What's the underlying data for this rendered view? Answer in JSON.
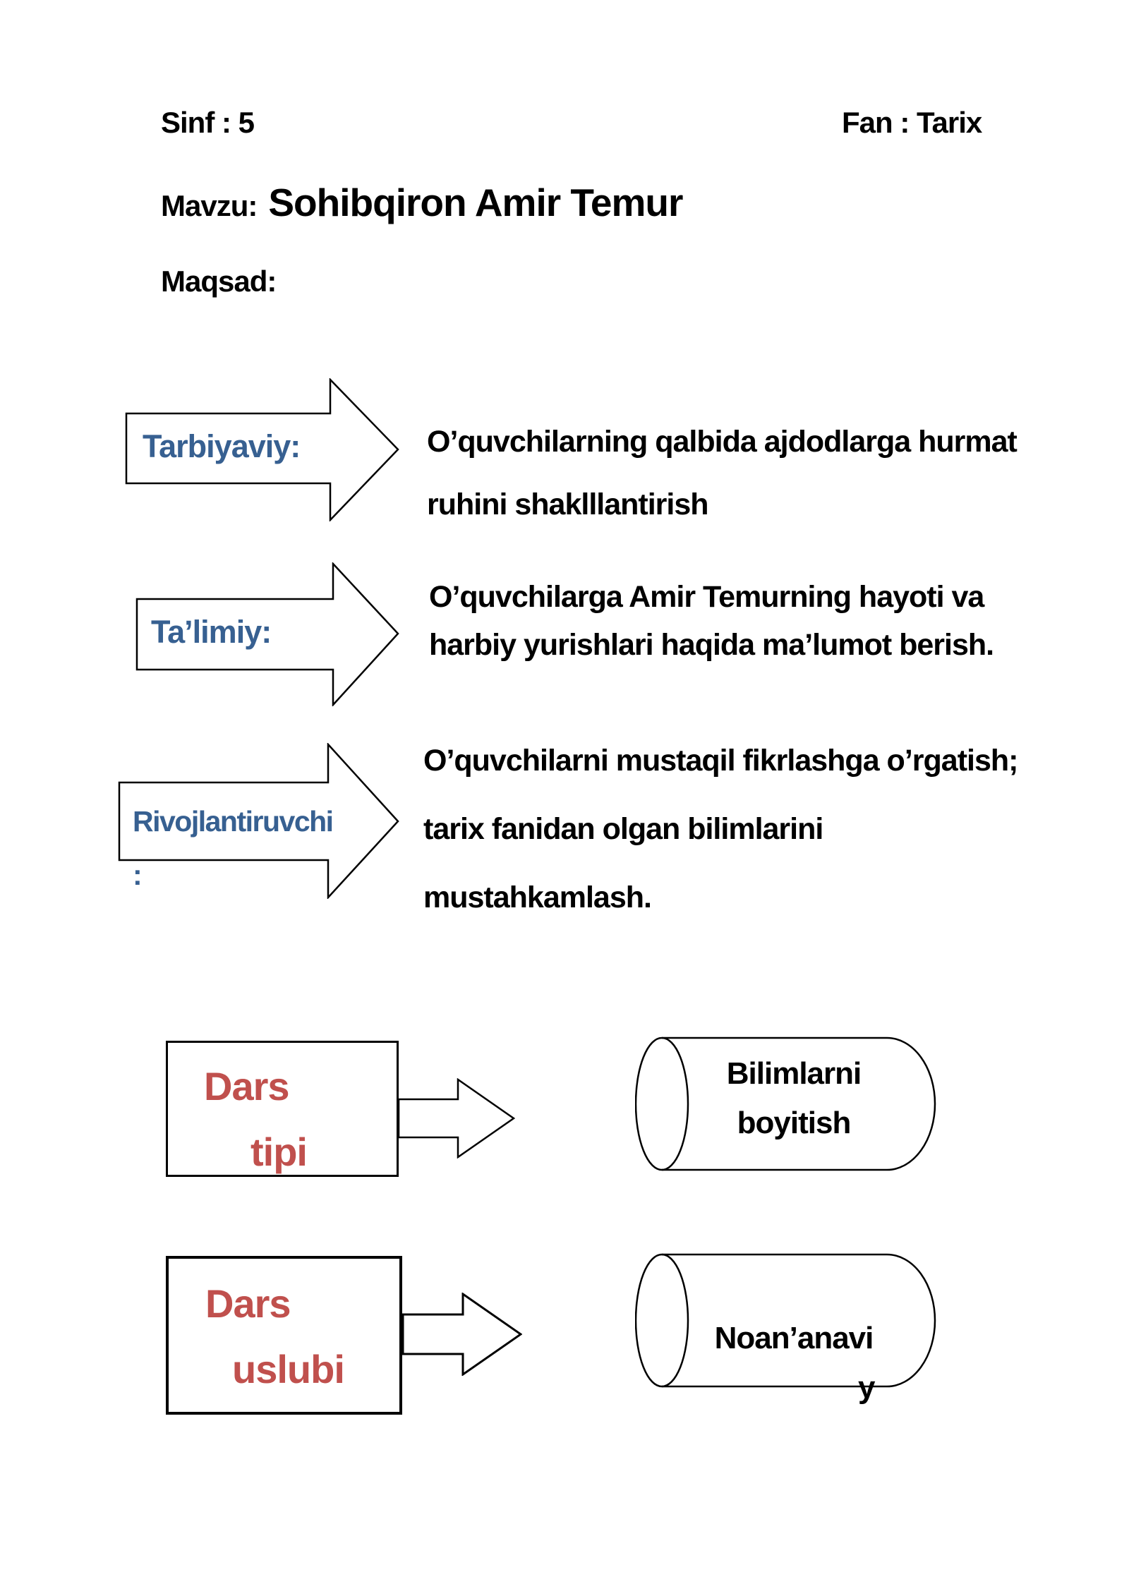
{
  "document": {
    "header": {
      "class_info": "Sinf : 5",
      "subject_info": "Fan : Tarix"
    },
    "topic": {
      "label": "Mavzu:",
      "title": "Sohibqiron Amir Temur"
    },
    "goal_heading": "Maqsad:",
    "goals": [
      {
        "label": "Tarbiyaviy:",
        "lines": [
          "O’quvchilarning qalbida ajdodlarga hurmat",
          "ruhini shaklllantirish"
        ]
      },
      {
        "label": "Ta’limiy:",
        "lines": [
          "O’quvchilarga Amir Temurning hayoti va",
          "harbiy yurishlari haqida ma’lumot berish."
        ]
      },
      {
        "label": "Rivojlantiruvchi",
        "label_line2": ":",
        "lines": [
          "O’quvchilarni mustaqil fikrlashga o’rgatish;",
          "tarix fanidan olgan bilimlarini",
          "mustahkamlash."
        ]
      }
    ],
    "lesson_type": {
      "box_line1": "Dars",
      "box_line2": "tipi",
      "value_line1": "Bilimlarni",
      "value_line2": "boyitish"
    },
    "lesson_method": {
      "box_line1": "Dars",
      "box_line2": "uslubi",
      "value_line1": "Noan’anavi",
      "value_line2": "y"
    },
    "colors": {
      "accent_blue": "#376091",
      "accent_red": "#C0504D",
      "outline_black": "#000000"
    }
  }
}
